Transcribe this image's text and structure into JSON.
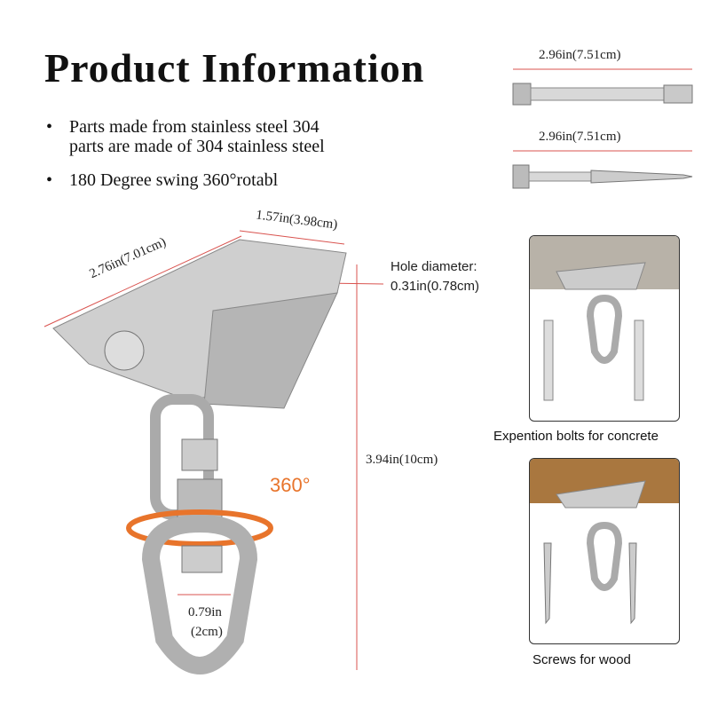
{
  "title": "Product Information",
  "bullets": [
    {
      "line1": "Parts made from stainless steel 304",
      "line2": "parts are made of 304 stainless steel"
    },
    {
      "line1": "180 Degree swing 360°rotabl"
    }
  ],
  "bolts": {
    "expansion_bolt_length": "2.96in(7.51cm)",
    "screw_length": "2.96in(7.51cm)"
  },
  "dimensions": {
    "plate_length": "2.76in(7.01cm)",
    "plate_width": "1.57in(3.98cm)",
    "hole_label": "Hole diameter:",
    "hole_value": "0.31in(0.78cm)",
    "height": "3.94in(10cm)",
    "ring_inner_1": "0.79in",
    "ring_inner_2": "(2cm)",
    "rotation": "360°"
  },
  "panels": [
    {
      "caption": "Expention bolts for concrete"
    },
    {
      "caption": "Screws for wood"
    }
  ],
  "colors": {
    "accent": "#e8742b",
    "dimension_line": "#d9534f"
  }
}
